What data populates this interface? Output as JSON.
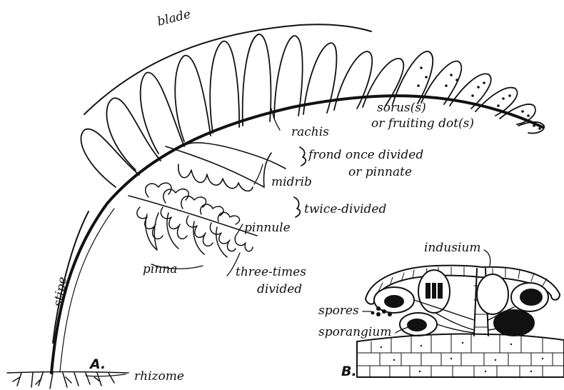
{
  "figure": {
    "panel_a": {
      "letter": "A.",
      "labels": {
        "blade": "blade",
        "rachis": "rachis",
        "sorus_line1": "sorus(s)",
        "sorus_line2": "or fruiting dot(s)",
        "frond_line1": "frond once divided",
        "frond_line2": "or pinnate",
        "midrib": "midrib",
        "twice": "twice-divided",
        "pinnule": "pinnule",
        "pinna": "pinna",
        "three_line1": "three-times",
        "three_line2": "divided",
        "stipe": "stipe",
        "rhizome": "rhizome"
      }
    },
    "panel_b": {
      "letter": "B.",
      "labels": {
        "indusium": "indusium",
        "spores": "spores",
        "sporangium": "sporangium"
      }
    }
  }
}
